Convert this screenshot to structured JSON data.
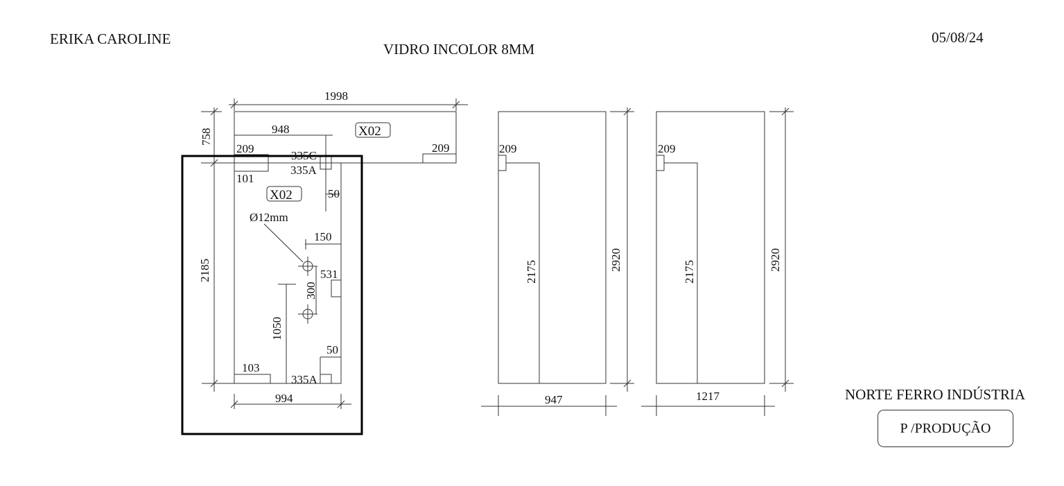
{
  "header": {
    "client_name": "ERIKA CAROLINE",
    "material": "VIDRO INCOLOR 8MM",
    "date": "05/08/24"
  },
  "footer": {
    "company": "NORTE FERRO INDÚSTRIA",
    "stamp_label": "P /PRODUÇÃO"
  },
  "pieces": {
    "top": {
      "width": "1998",
      "height": "758",
      "partial": "948",
      "tag": "X02",
      "notch_left": "209",
      "notch_right": "209",
      "notch_c": "335C",
      "notch_a": "335A",
      "notch_101": "101"
    },
    "left": {
      "tag": "X02",
      "height": "2185",
      "width": "994",
      "hole_diameter": "Ø12mm",
      "dim_150": "150",
      "dim_531": "531",
      "dim_300": "300",
      "dim_1050": "1050",
      "dim_50_top": "50",
      "dim_50_bottom": "50",
      "notch_103": "103",
      "notch_335a": "335A"
    },
    "panel_1": {
      "notch": "209",
      "inner_height": "2175",
      "height": "2920",
      "width": "947"
    },
    "panel_2": {
      "notch": "209",
      "inner_height": "2175",
      "height": "2920",
      "width": "1217"
    }
  },
  "colors": {
    "line": "#333333",
    "highlight_box": "#000000"
  }
}
